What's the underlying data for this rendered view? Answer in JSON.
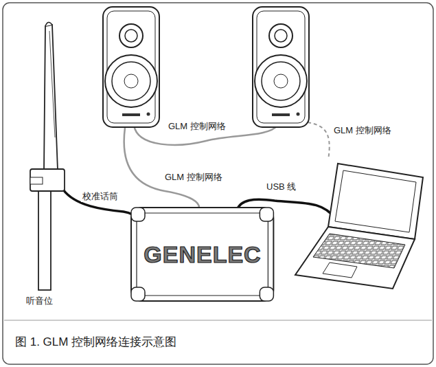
{
  "diagram": {
    "caption": "图 1. GLM 控制网络连接示意图",
    "nodes": [
      {
        "text": [
          "GENELEC"
        ]
      }
    ],
    "labels": [
      "GLM 控制网络",
      "GLM 控制网络",
      "GLM 控制网络",
      "校准话筒",
      "USB 线",
      "听音位"
    ]
  }
}
